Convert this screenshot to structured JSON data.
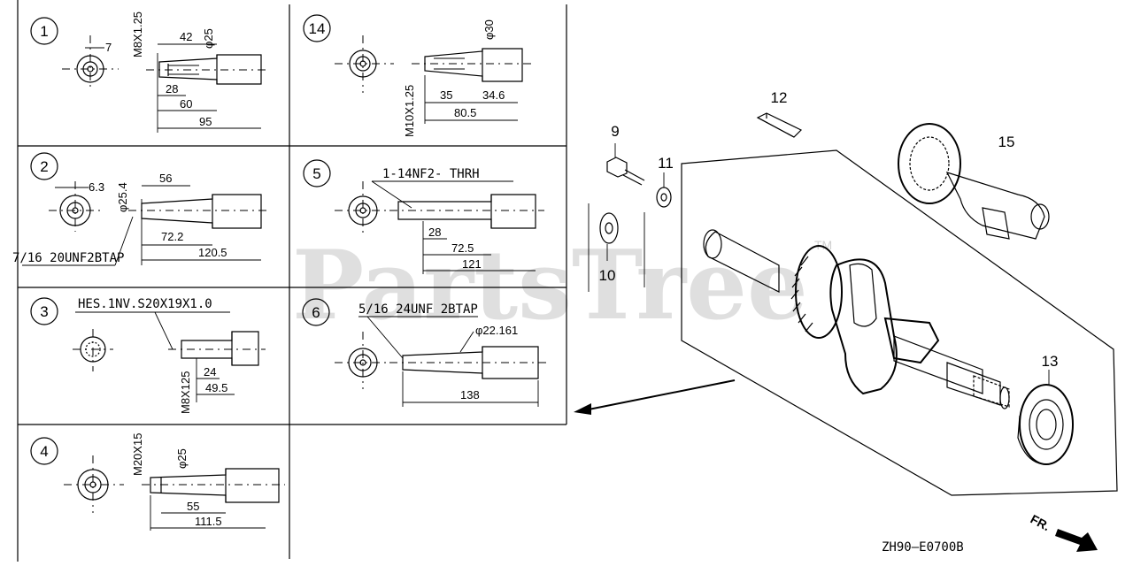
{
  "watermark": {
    "text": "PartsTree",
    "trademark": "TM"
  },
  "diagram_code": "ZH90–E0700B",
  "front_label": "FR.",
  "variants": [
    {
      "id": "1",
      "dims": [
        "7",
        "M8X1.25",
        "42",
        "φ25",
        "28",
        "60",
        "95"
      ]
    },
    {
      "id": "14",
      "dims": [
        "φ30",
        "M10X1.25",
        "35",
        "34.6",
        "80.5"
      ]
    },
    {
      "id": "2",
      "dims": [
        "6.3",
        "φ25.4",
        "56",
        "72.2",
        "120.5"
      ],
      "note": "7/16 20UNF2BTAP"
    },
    {
      "id": "5",
      "dims": [
        "28",
        "72.5",
        "121"
      ],
      "note": "1-14NF2- THRH"
    },
    {
      "id": "3",
      "dims": [
        "M8X125",
        "24",
        "49.5"
      ],
      "note": "HES.1NV.S20X19X1.0"
    },
    {
      "id": "6",
      "dims": [
        "φ22.161",
        "138"
      ],
      "note": "5/16 24UNF 2BTAP"
    },
    {
      "id": "4",
      "dims": [
        "M20X15",
        "φ25",
        "55",
        "111.5"
      ]
    }
  ],
  "callouts": [
    "9",
    "11",
    "10",
    "12",
    "15",
    "13"
  ]
}
